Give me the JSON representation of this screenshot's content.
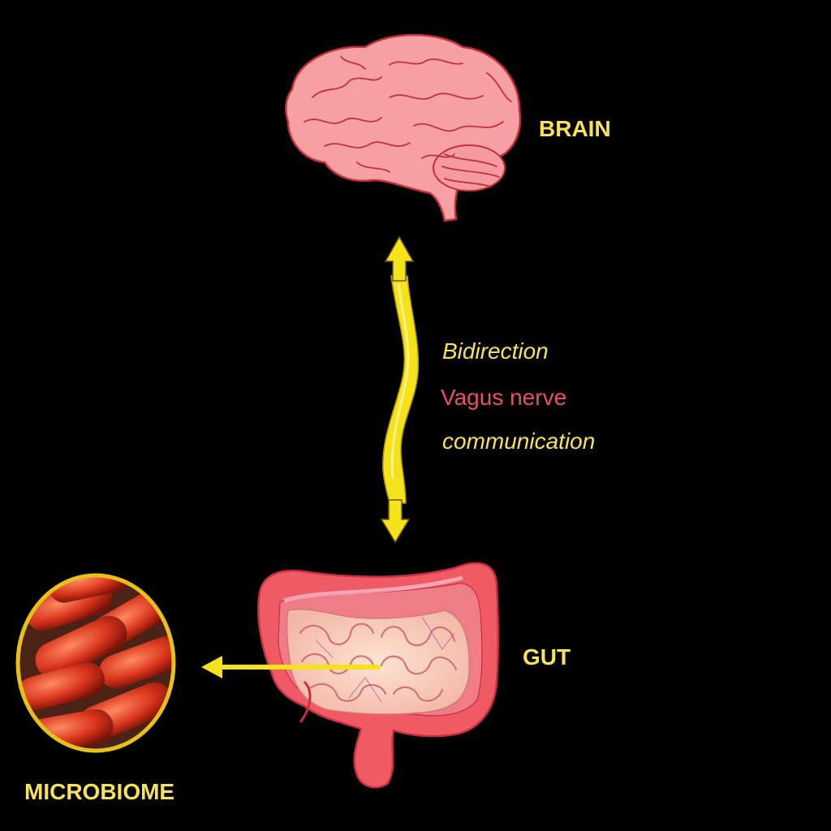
{
  "labels": {
    "brain": "BRAIN",
    "gut": "GUT",
    "microbiome": "MICROBIOME"
  },
  "connection": {
    "line1": "Bidirection",
    "line2": "Vagus nerve",
    "line3": "communication"
  },
  "colors": {
    "background": "#000000",
    "label": "#f7e25a",
    "vagus_text": "#e8506a",
    "arrow": "#f5e21a",
    "organ_pink": "#f28a96",
    "intestine_red": "#ef5a64",
    "bacteria": "#d8341c"
  },
  "icons": [
    "brain-icon",
    "gut-icon",
    "microbiome-icon",
    "bidirectional-arrow-icon",
    "left-arrow-icon"
  ]
}
